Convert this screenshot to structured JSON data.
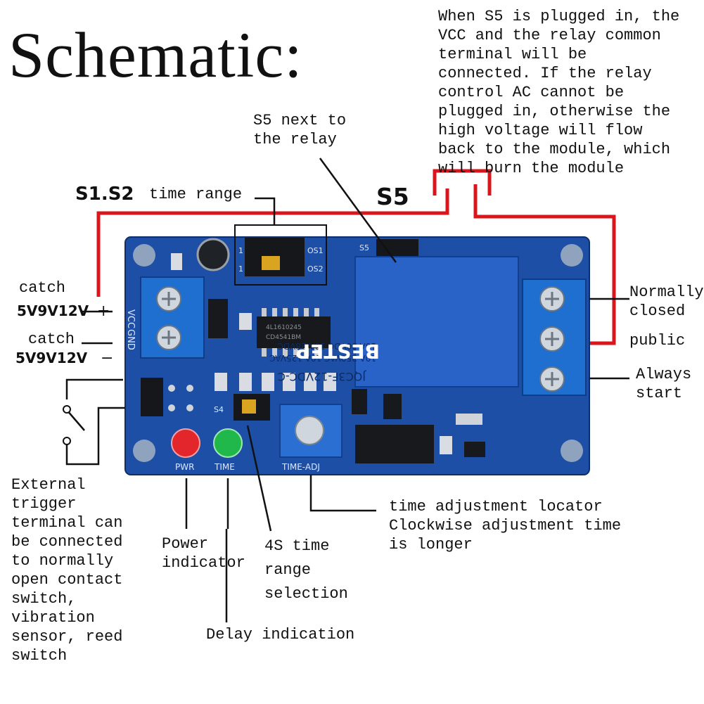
{
  "title": "Schematic:",
  "notes": {
    "s5_warning": "When S5 is plugged in, the\nVCC and the relay common\nterminal will be\nconnected. If the relay\ncontrol AC cannot be\nplugged in, otherwise the\nhigh voltage will flow\nback to the module, which\nwill burn the module",
    "s5_location": "S5 next to\nthe relay",
    "s1s2_label": "S1.S2",
    "time_range": "time range",
    "s5_label": "S5",
    "catch_top": "catch",
    "voltage_top": "5V9V12V",
    "plus": "+",
    "catch_bottom": "catch",
    "voltage_bottom": "5V9V12V",
    "minus": "−",
    "normally_closed": "Normally\nclosed",
    "public": "public",
    "always_start": "Always\nstart",
    "external_trigger": "External\ntrigger\nterminal can\nbe connected\nto normally\nopen contact\nswitch,\nvibration\nsensor, reed\nswitch",
    "power_indicator": "Power\nindicator",
    "range_selection": "4S time\nrange\nselection",
    "delay_indication": "Delay indication",
    "time_adjust": "time adjustment locator\nClockwise adjustment time\nis longer"
  },
  "board": {
    "vcc": "VCC",
    "gnd": "GND",
    "s5": "S5",
    "s4": "S4",
    "pwr": "PWR",
    "time": "TIME",
    "time_adj": "TIME-ADJ",
    "os1": "OS1",
    "os2": "OS2",
    "one": "1",
    "relay_model": "JQC3F-12VDC-C",
    "relay_rating1": "10A 250VAC 10A 125VAC",
    "relay_rating2": "10A 30VDC 10A 28VDC",
    "relay_brand": "BESTEP",
    "chip_line1": "CD4541BM",
    "chip_line2": "4L1610245"
  },
  "colors": {
    "board": "#1d4fa6",
    "wire": "#d9161b",
    "relay": "#2a63c8",
    "terminal": "#1f6fd0"
  }
}
